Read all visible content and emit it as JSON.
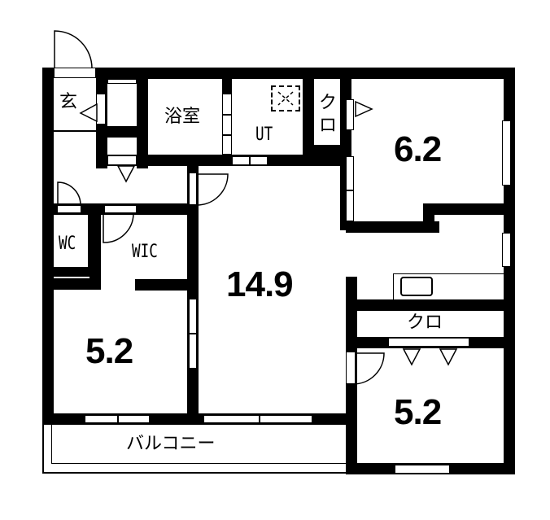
{
  "floor_plan": {
    "rooms": [
      {
        "id": "entrance",
        "label": "玄"
      },
      {
        "id": "bathroom",
        "label": "浴室"
      },
      {
        "id": "utility",
        "label": "UT"
      },
      {
        "id": "closet_top",
        "label": "クロ"
      },
      {
        "id": "bedroom_ne",
        "label": "6.2"
      },
      {
        "id": "toilet",
        "label": "WC"
      },
      {
        "id": "walk_in_closet",
        "label": "WIC"
      },
      {
        "id": "ldk",
        "label": "14.9"
      },
      {
        "id": "bedroom_w",
        "label": "5.2"
      },
      {
        "id": "closet_mid",
        "label": "クロ"
      },
      {
        "id": "bedroom_se",
        "label": "5.2"
      },
      {
        "id": "balcony",
        "label": "バルコニー"
      }
    ],
    "colors": {
      "wall": "#000000",
      "background": "#ffffff"
    }
  }
}
